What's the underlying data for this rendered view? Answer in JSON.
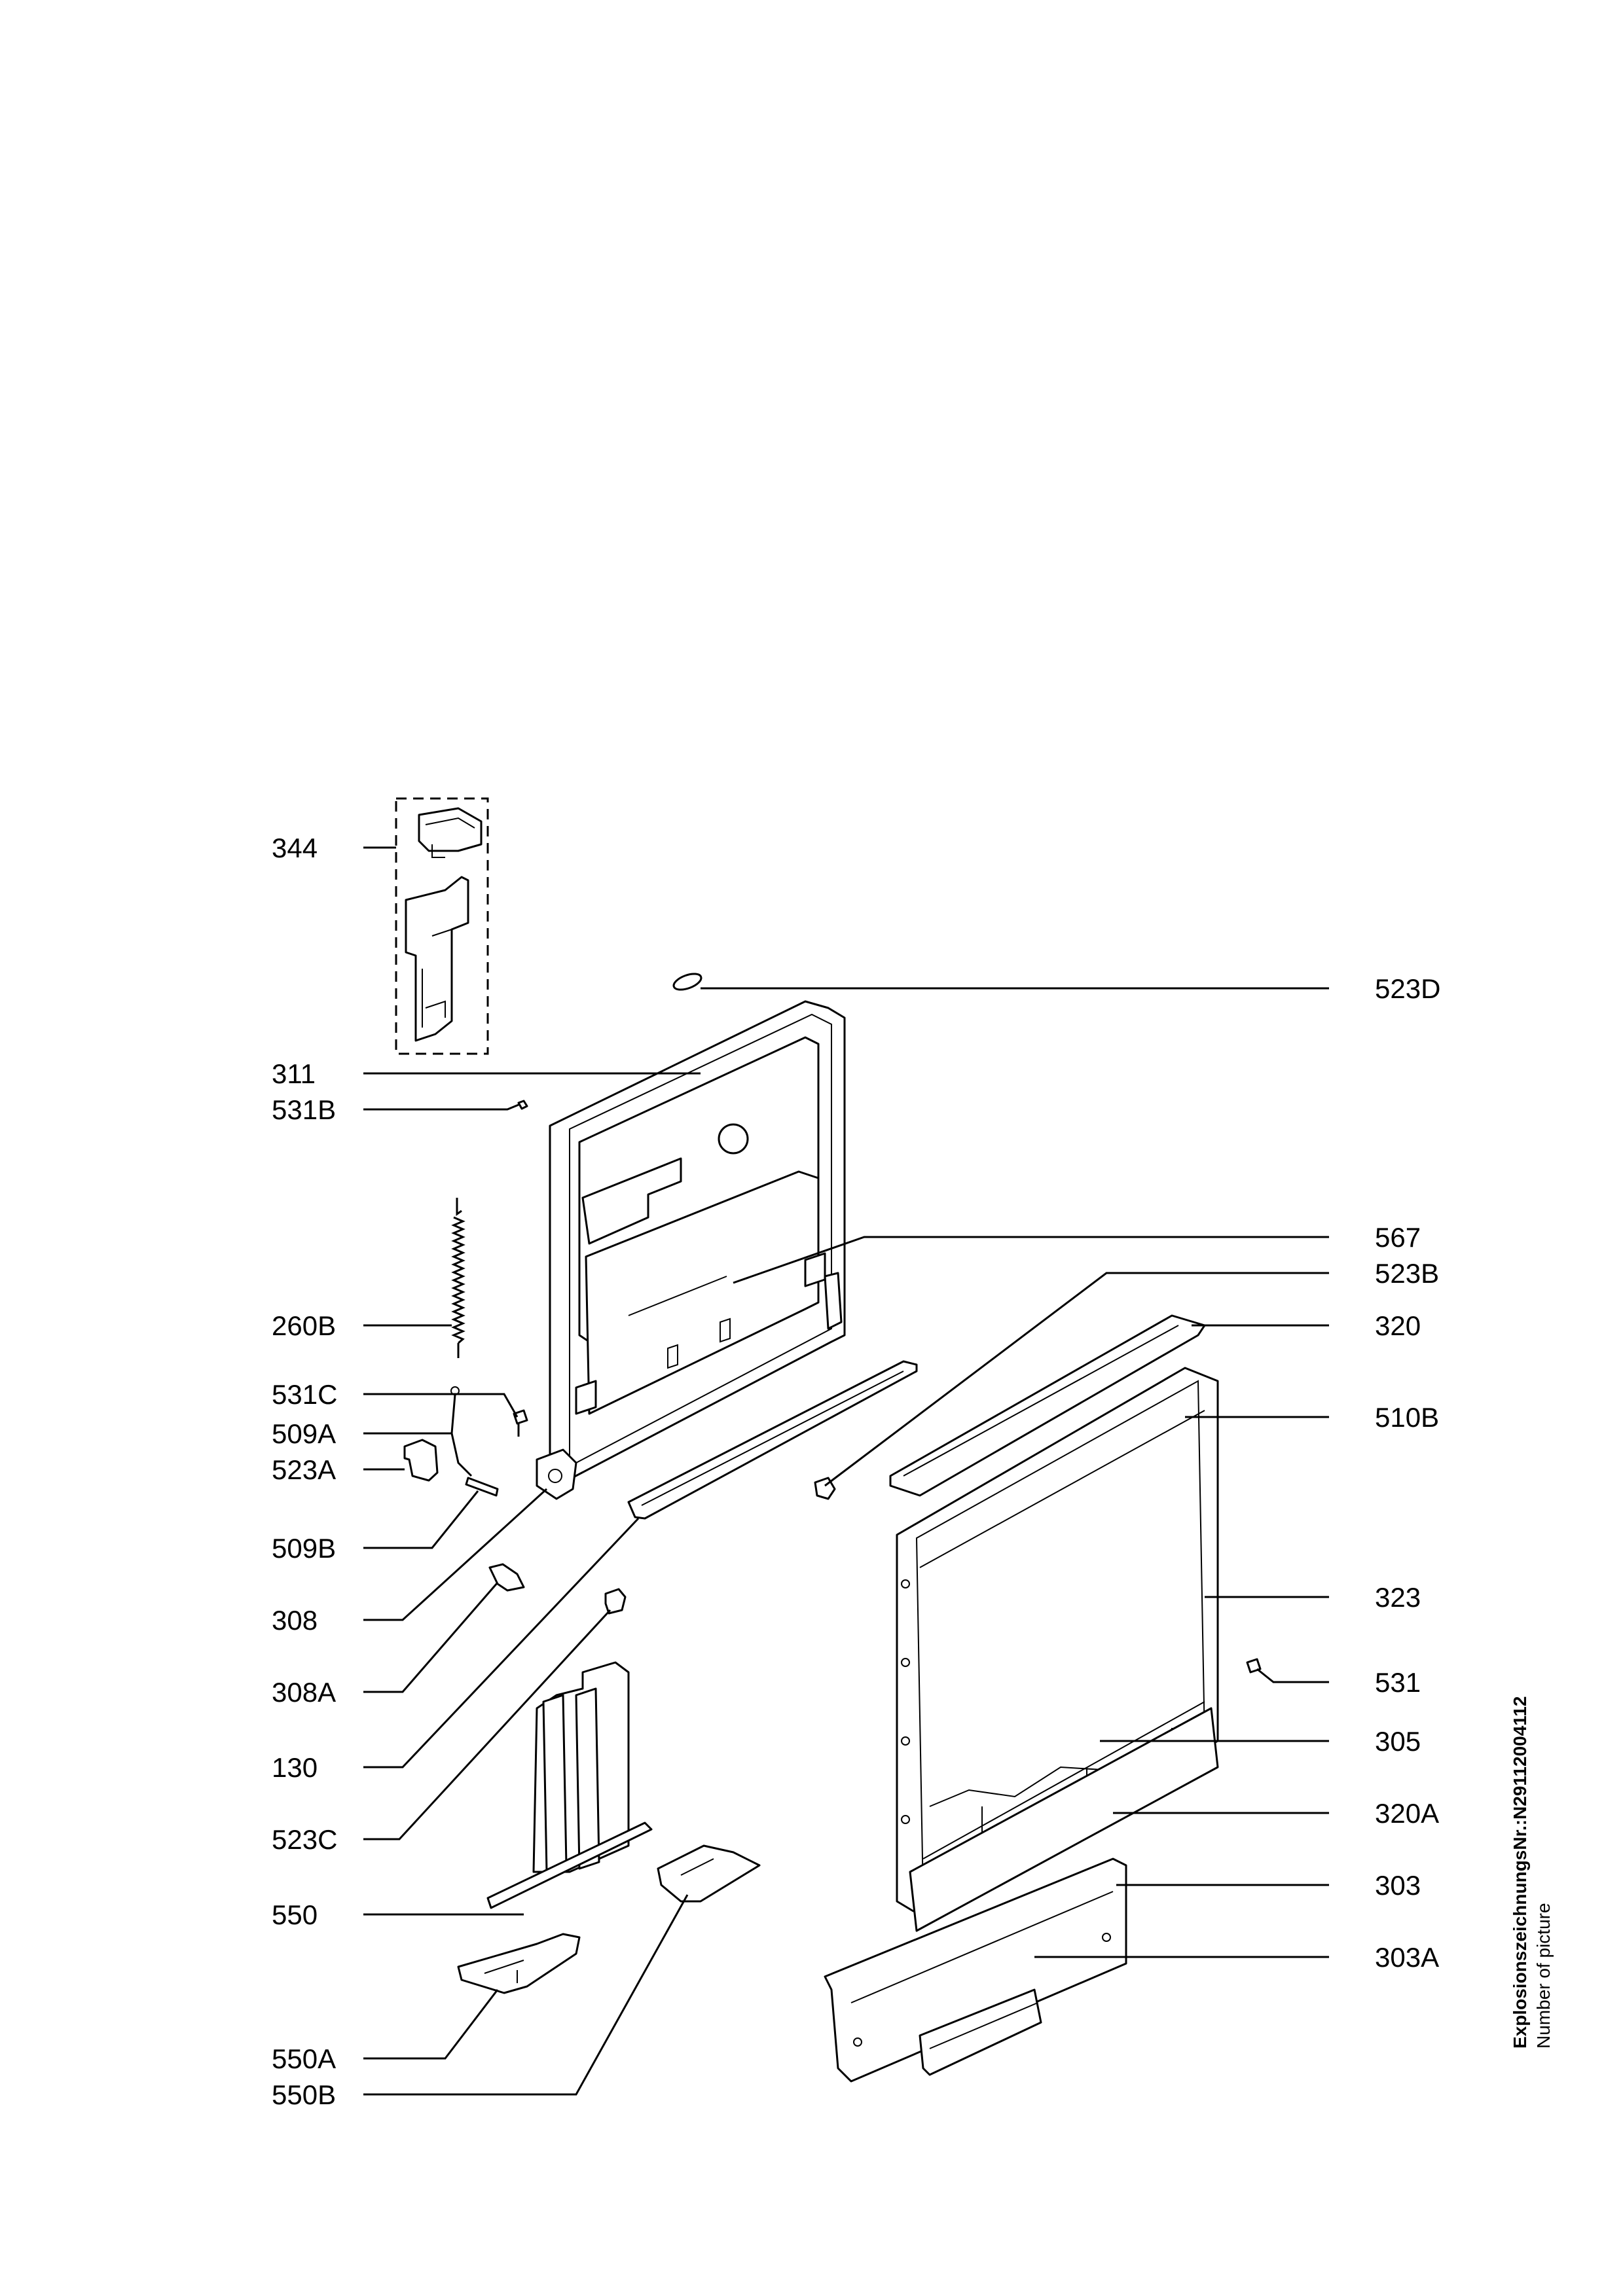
{
  "labels": {
    "344": "344",
    "311": "311",
    "531B": "531B",
    "260B": "260B",
    "531C": "531C",
    "509A": "509A",
    "523A": "523A",
    "509B": "509B",
    "308": "308",
    "308A": "308A",
    "130": "130",
    "523C": "523C",
    "550": "550",
    "550A": "550A",
    "550B": "550B",
    "523D": "523D",
    "567": "567",
    "523B": "523B",
    "320": "320",
    "510B": "510B",
    "323": "323",
    "531": "531",
    "305": "305",
    "320A": "320A",
    "303": "303",
    "303A": "303A"
  },
  "footer": {
    "title": "ExplosionszeichnungsNr.:N29112004112",
    "subtitle": "Number of picture"
  }
}
